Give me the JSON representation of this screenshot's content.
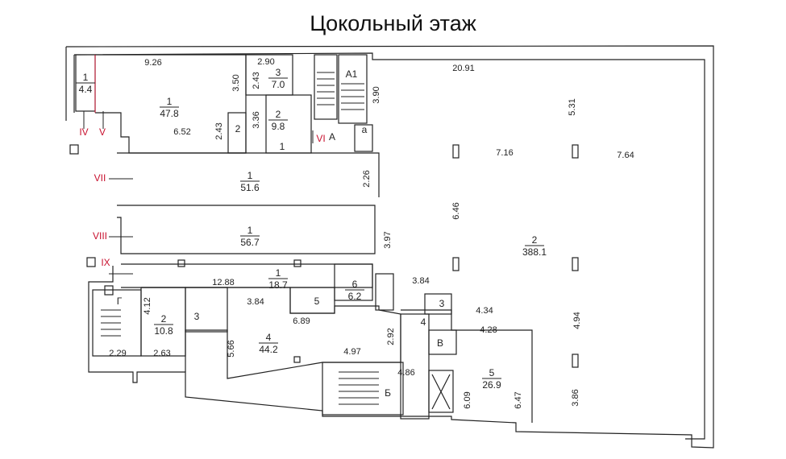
{
  "title": "Цокольный этаж",
  "axes": [
    "IV",
    "V",
    "VI",
    "VII",
    "VIII",
    "IX"
  ],
  "stairs": [
    "А",
    "А1",
    "Б",
    "В",
    "Г",
    "а"
  ],
  "rooms": [
    {
      "id": "r1a",
      "num": "1",
      "area": "4.4"
    },
    {
      "id": "r1b",
      "num": "1",
      "area": "47.8"
    },
    {
      "id": "r3a",
      "num": "3",
      "area": "7.0"
    },
    {
      "id": "r2a",
      "num": "2",
      "area": "9.8"
    },
    {
      "id": "r1c",
      "num": "1",
      "area": "51.6"
    },
    {
      "id": "r1d",
      "num": "1",
      "area": "56.7"
    },
    {
      "id": "r1e",
      "num": "1",
      "area": "18.7"
    },
    {
      "id": "r2b",
      "num": "2",
      "area": "388.1"
    },
    {
      "id": "r2c",
      "num": "2",
      "area": "10.8"
    },
    {
      "id": "r4a",
      "num": "4",
      "area": "44.2"
    },
    {
      "id": "r6",
      "num": "6",
      "area": "6.2"
    },
    {
      "id": "r5b",
      "num": "5",
      "area": "26.9"
    }
  ],
  "labels": [
    "3",
    "5",
    "3",
    "4",
    "2",
    "1"
  ],
  "dims": [
    "9.26",
    "2.90",
    "3.50",
    "2.43",
    "20.91",
    "3.90",
    "3.36",
    "2.43",
    "6.52",
    "5.31",
    "7.16",
    "7.64",
    "2.26",
    "6.46",
    "3.97",
    "12.88",
    "3.84",
    "3.84",
    "4.12",
    "6.89",
    "4.34",
    "4.28",
    "4.94",
    "2.92",
    "5.66",
    "4.97",
    "4.86",
    "2.29",
    "2.63",
    "6.09",
    "6.47",
    "3.86"
  ]
}
